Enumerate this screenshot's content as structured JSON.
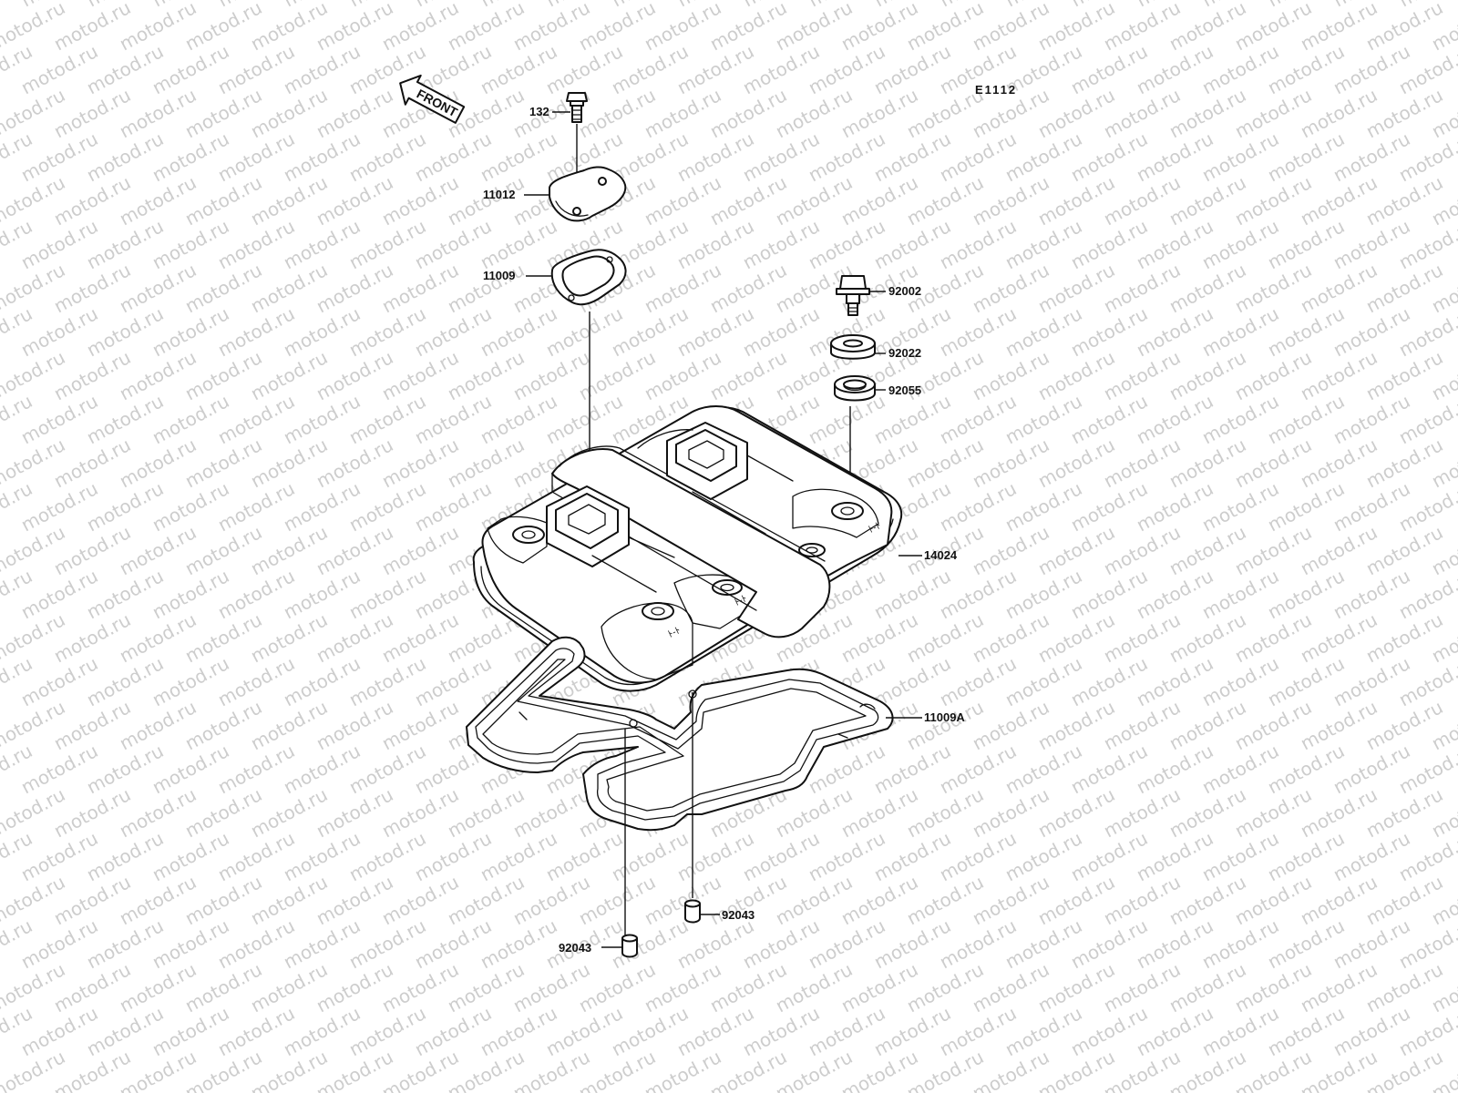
{
  "diagram": {
    "sheet_code": "E1112",
    "front_arrow_label": "FRONT",
    "watermark_text": "motod.ru",
    "parts": [
      {
        "id": "p132",
        "label": "132",
        "name": "bolt"
      },
      {
        "id": "p11012",
        "label": "11012",
        "name": "breather cover"
      },
      {
        "id": "p11009",
        "label": "11009",
        "name": "breather cover gasket"
      },
      {
        "id": "p92002",
        "label": "92002",
        "name": "bolt"
      },
      {
        "id": "p92022",
        "label": "92022",
        "name": "washer"
      },
      {
        "id": "p92055",
        "label": "92055",
        "name": "grommet"
      },
      {
        "id": "p14024",
        "label": "14024",
        "name": "cylinder head cover"
      },
      {
        "id": "p11009A",
        "label": "11009A",
        "name": "head cover gasket"
      },
      {
        "id": "p92043a",
        "label": "92043",
        "name": "dowel pin"
      },
      {
        "id": "p92043b",
        "label": "92043",
        "name": "dowel pin"
      }
    ]
  }
}
